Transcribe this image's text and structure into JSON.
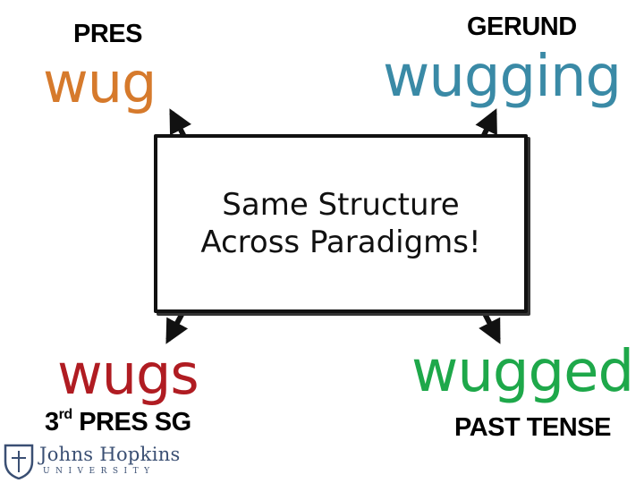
{
  "nodes": {
    "top_left": {
      "label": "PRES",
      "word": "wug",
      "color": "#d67a2c"
    },
    "top_right": {
      "label": "GERUND",
      "word": "wugging",
      "color": "#3a8aa6"
    },
    "bottom_left": {
      "label_main": "3",
      "label_sup": "rd",
      "label_rest": " PRES SG",
      "word": "wugs",
      "color": "#b01c22"
    },
    "bottom_right": {
      "label": "PAST TENSE",
      "word": "wugged",
      "color": "#1ea84a"
    }
  },
  "center": {
    "line1": "Same Structure",
    "line2": "Across Paradigms!"
  },
  "logo": {
    "name": "Johns Hopkins",
    "subtitle": "UNIVERSITY",
    "icon": "shield-icon"
  }
}
